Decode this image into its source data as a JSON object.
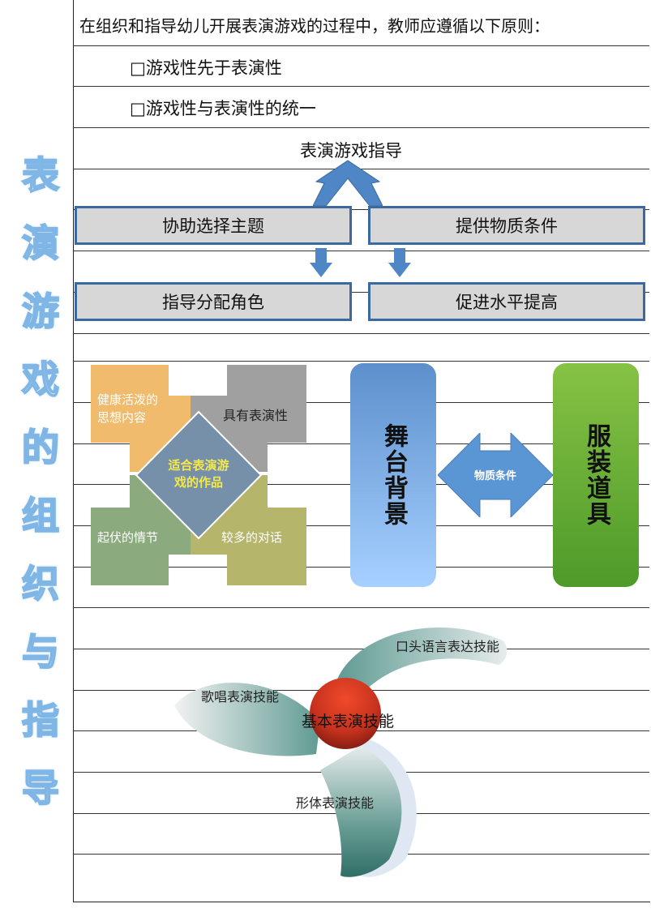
{
  "side_title": [
    "表",
    "演",
    "游",
    "戏",
    "的",
    "组",
    "织",
    "与",
    "指",
    "导"
  ],
  "header_line": "在组织和指导幼儿开展表演游戏的过程中，教师应遵循以下原则：",
  "principles": [
    "□游戏性先于表演性",
    "□游戏性与表演性的统一"
  ],
  "guidance": {
    "title": "表演游戏指导",
    "boxes": [
      "协助选择主题",
      "提供物质条件",
      "指导分配角色",
      "促进水平提高"
    ]
  },
  "work_diagram": {
    "center": "适合表演游戏的作品",
    "arrows": [
      "健康活泼的思想内容",
      "具有表演性",
      "起伏的情节",
      "较多的对话"
    ]
  },
  "material_diagram": {
    "left": "舞台背景",
    "right": "服装道具",
    "middle": "物质条件"
  },
  "skills_diagram": {
    "center": "基本表演技能",
    "blades": [
      "口头语言表达技能",
      "歌唱表演技能",
      "形体表演技能"
    ]
  },
  "colors": {
    "title_blue": "#7fb6e6",
    "box_border": "#3c6aa0",
    "box_fill": "#d7d7d7",
    "arrow_blue": "#4f86c6",
    "orange": "#f0bb6c",
    "gray": "#a0a0a0",
    "green_sage": "#8bab7e",
    "olive": "#b6b56c",
    "center_blue": "#7590a8",
    "pillar_blue": "#93bff2",
    "pillar_green": "#5aa832",
    "red_ball": "#c8321e",
    "teal": "#5f9a92"
  }
}
